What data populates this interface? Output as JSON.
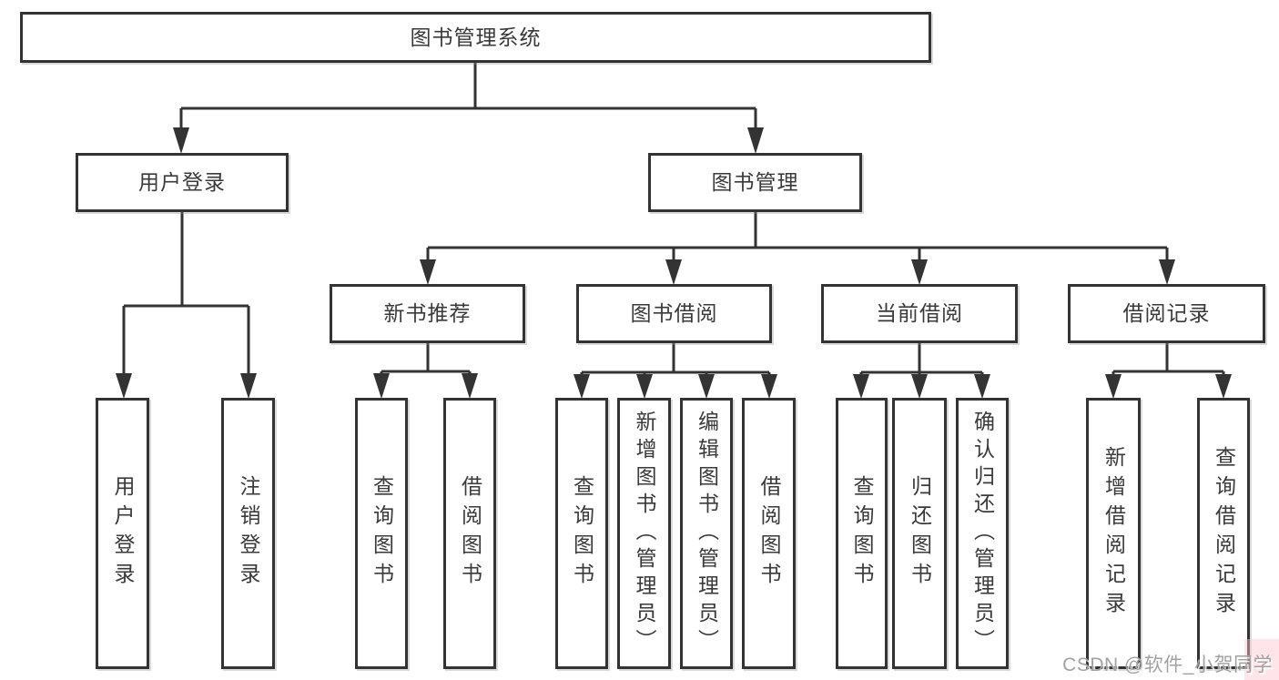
{
  "diagram": {
    "root": {
      "label": "图书管理系统",
      "children": [
        {
          "label": "用户登录",
          "children": [
            {
              "label": "用户登录"
            },
            {
              "label": "注销登录"
            }
          ]
        },
        {
          "label": "图书管理",
          "children": [
            {
              "label": "新书推荐",
              "children": [
                {
                  "label": "查询图书"
                },
                {
                  "label": "借阅图书"
                }
              ]
            },
            {
              "label": "图书借阅",
              "children": [
                {
                  "label": "查询图书"
                },
                {
                  "label": "新增图书（管理员）"
                },
                {
                  "label": "编辑图书（管理员）"
                },
                {
                  "label": "借阅图书"
                }
              ]
            },
            {
              "label": "当前借阅",
              "children": [
                {
                  "label": "查询图书"
                },
                {
                  "label": "归还图书"
                },
                {
                  "label": "确认归还（管理员）"
                }
              ]
            },
            {
              "label": "借阅记录",
              "children": [
                {
                  "label": "新增借阅记录"
                },
                {
                  "label": "查询借阅记录"
                }
              ]
            }
          ]
        }
      ]
    }
  },
  "watermark": {
    "text": "CSDN @软件_小贺同学"
  },
  "colors": {
    "line": "#333333",
    "text": "#3a3a3a",
    "box_background": "#ffffff",
    "watermark": "#a2a2a2",
    "watermark_tint": "#ffc6d0"
  }
}
